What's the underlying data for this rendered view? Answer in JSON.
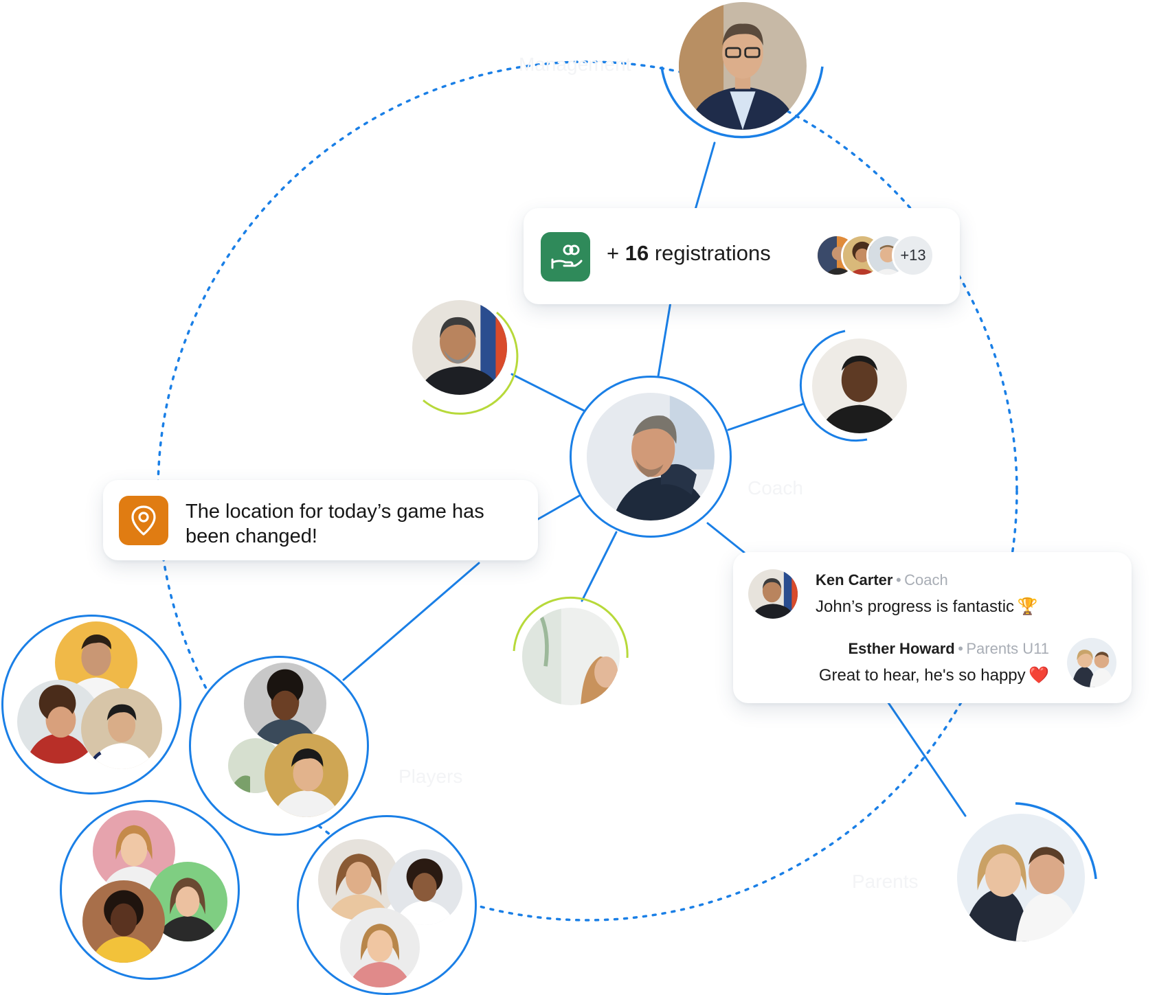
{
  "registrations": {
    "prefix": "+",
    "count": "16",
    "label": "registrations",
    "more_count": "+13",
    "icon": "hand-coins-icon",
    "icon_color": "#2f8a5a"
  },
  "location_notice": {
    "message": "The location for today’s game has been changed!",
    "icon": "location-pin-icon",
    "icon_color": "#e07c12"
  },
  "chat": {
    "messages": [
      {
        "name": "Ken Carter",
        "separator": "•",
        "role": "Coach",
        "text": "John’s progress is fantastic",
        "emoji": "🏆"
      },
      {
        "name": "Esther Howard",
        "separator": "•",
        "role": "Parents U11",
        "text": "Great to hear, he's so happy",
        "emoji": "❤️"
      }
    ]
  },
  "ghost_labels": {
    "management": "Management",
    "coach": "Coach",
    "players": "Players",
    "parents": "Parents"
  },
  "colors": {
    "accent_blue": "#1a7fe6",
    "lime_accent": "#b7d93a",
    "green_tile": "#2f8a5a",
    "orange_tile": "#e07c12"
  }
}
